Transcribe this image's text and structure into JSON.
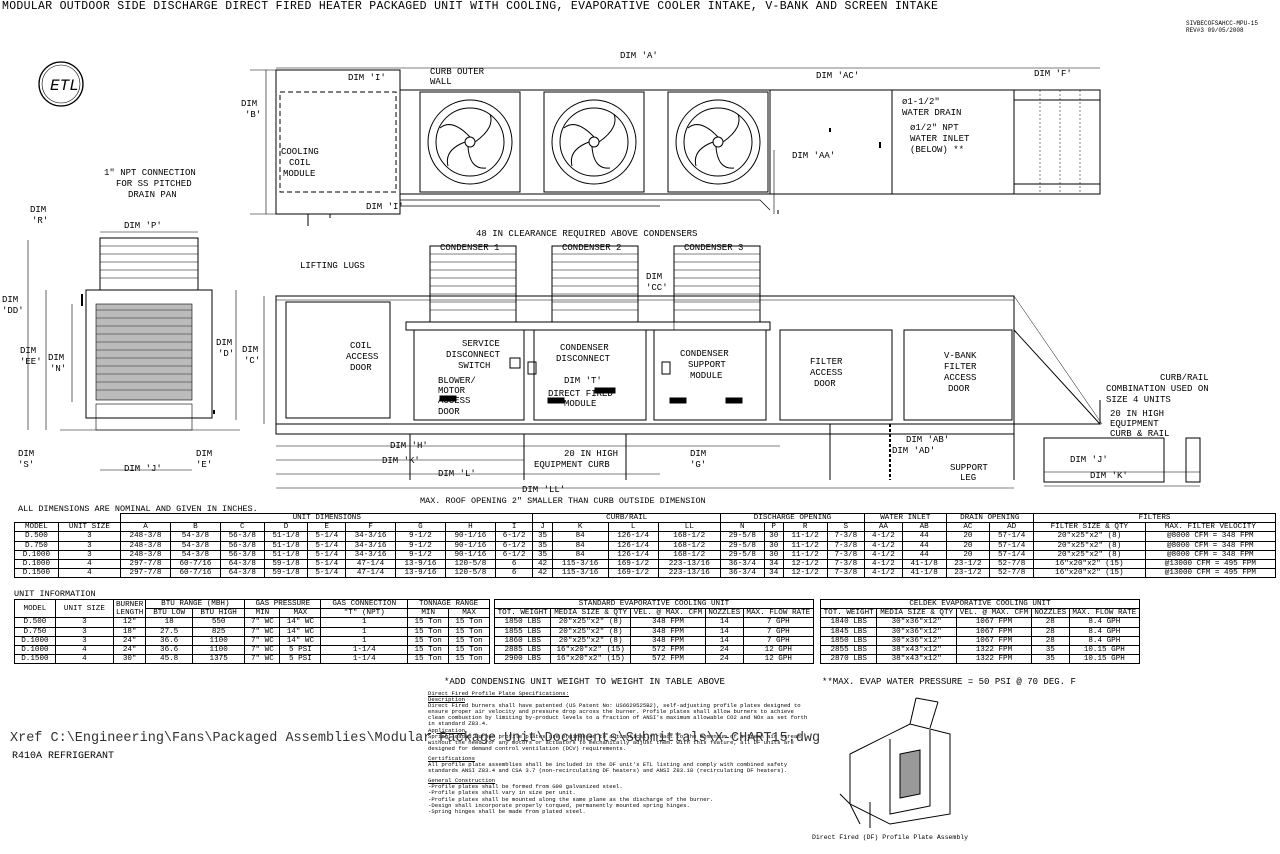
{
  "title": "MODULAR OUTDOOR SIDE DISCHARGE DIRECT FIRED HEATER PACKAGED UNIT WITH COOLING, EVAPORATIVE COOLER INTAKE, V-BANK AND SCREEN INTAKE",
  "revision": [
    "SIVBECOFSAHCC-MPU-15",
    "REV#3   09/05/2008"
  ],
  "logo_text": "ETL",
  "plan_labels": {
    "dim_a": "DIM 'A'",
    "dim_ac": "DIM 'AC'",
    "dim_f": "DIM 'F'",
    "dim_b": "DIM\n'B'",
    "dim_i_top": "DIM 'I'",
    "dim_i_bot": "DIM 'I'",
    "dim_aa": "DIM 'AA'",
    "curb_outer": "CURB OUTER\nWALL",
    "cooling_coil": "COOLING\nCOIL\nMODULE",
    "npt_conn": "1\" NPT CONNECTION\nFOR SS PITCHED\nDRAIN PAN",
    "water_drain": "ø1-1/2\"\nWATER DRAIN",
    "water_inlet": "ø1/2\" NPT\nWATER INLET\n(BELOW) **"
  },
  "side_labels": {
    "clearance": "48 IN CLEARANCE REQUIRED ABOVE CONDENSERS",
    "condensers": [
      "CONDENSER 1",
      "CONDENSER 2",
      "CONDENSER 3"
    ],
    "lifting_lugs": "LIFTING LUGS",
    "dim_cc": "DIM\n'CC'",
    "dim_c": "DIM\n'C'",
    "coil_access": "COIL\nACCESS\nDOOR",
    "service_disc": "SERVICE\nDISCONNECT\nSWITCH",
    "blower": "BLOWER/\nMOTOR\nACCESS\nDOOR",
    "cond_disc": "CONDENSER\nDISCONNECT",
    "dim_t": "DIM 'T'",
    "df_module": "DIRECT FIRED\nMODULE",
    "cond_support": "CONDENSER\nSUPPORT\nMODULE",
    "filter_access": "FILTER\nACCESS\nDOOR",
    "vbank": "V-BANK\nFILTER\nACCESS\nDOOR",
    "curb_rail_combo": "CURB/RAIL\nCOMBINATION USED ON\nSIZE 4 UNITS",
    "eq_curb": "20 IN HIGH\nEQUIPMENT\nCURB & RAIL",
    "support_leg": "SUPPORT\nLEG",
    "dim_h": "DIM 'H'",
    "dim_k": "DIM 'K'",
    "dim_l": "DIM 'L'",
    "dim_g": "DIM\n'G'",
    "dim_ll": "DIM 'LL'",
    "dim_ab": "DIM 'AB'",
    "dim_ad": "DIM 'AD'",
    "dim_j2": "DIM 'J'",
    "dim_k2": "DIM 'K'",
    "curb20": "20 IN HIGH\nEQUIPMENT CURB",
    "max_roof": "MAX. ROOF OPENING 2\" SMALLER THAN CURB OUTSIDE DIMENSION"
  },
  "end_labels": {
    "dim_r": "DIM\n'R'",
    "dim_p": "DIM 'P'",
    "dim_dd": "DIM\n'DD'",
    "dim_ee": "DIM\n'EE'",
    "dim_n": "DIM\n'N'",
    "dim_d": "DIM\n'D'",
    "dim_s": "DIM\n'S'",
    "dim_j": "DIM 'J'",
    "dim_e": "DIM\n'E'"
  },
  "dims_note": "ALL DIMENSIONS ARE NOMINAL AND GIVEN IN INCHES.",
  "dim_table": {
    "groups": [
      "UNIT DIMENSIONS",
      "CURB/RAIL",
      "DISCHARGE OPENING",
      "WATER INLET",
      "DRAIN OPENING",
      "FILTERS"
    ],
    "headers": [
      "MODEL",
      "UNIT SIZE",
      "A",
      "B",
      "C",
      "D",
      "E",
      "F",
      "G",
      "H",
      "I",
      "J",
      "K",
      "L",
      "LL",
      "N",
      "P",
      "R",
      "S",
      "AA",
      "AB",
      "AC",
      "AD",
      "FILTER SIZE & QTY",
      "MAX. FILTER VELOCITY"
    ],
    "rows": [
      [
        "D.500",
        "3",
        "248-3/8",
        "54-3/8",
        "56-3/8",
        "51-1/8",
        "5-1/4",
        "34-3/16",
        "9-1/2",
        "90-1/16",
        "6-1/2",
        "35",
        "84",
        "126-1/4",
        "168-1/2",
        "29-5/8",
        "30",
        "11-1/2",
        "7-3/8",
        "4-1/2",
        "44",
        "20",
        "57-1/4",
        "20\"x25\"x2\" (8)",
        "@8000 CFM = 348 FPM"
      ],
      [
        "D.750",
        "3",
        "248-3/8",
        "54-3/8",
        "56-3/8",
        "51-1/8",
        "5-1/4",
        "34-3/16",
        "9-1/2",
        "90-1/16",
        "6-1/2",
        "35",
        "84",
        "126-1/4",
        "168-1/2",
        "29-5/8",
        "30",
        "11-1/2",
        "7-3/8",
        "4-1/2",
        "44",
        "20",
        "57-1/4",
        "20\"x25\"x2\" (8)",
        "@8000 CFM = 348 FPM"
      ],
      [
        "D.1000",
        "3",
        "248-3/8",
        "54-3/8",
        "56-3/8",
        "51-1/8",
        "5-1/4",
        "34-3/16",
        "9-1/2",
        "90-1/16",
        "6-1/2",
        "35",
        "84",
        "126-1/4",
        "168-1/2",
        "29-5/8",
        "30",
        "11-1/2",
        "7-3/8",
        "4-1/2",
        "44",
        "20",
        "57-1/4",
        "20\"x25\"x2\" (8)",
        "@8000 CFM = 348 FPM"
      ],
      [
        "D.1000",
        "4",
        "297-7/8",
        "60-7/16",
        "64-3/8",
        "59-1/8",
        "5-1/4",
        "47-1/4",
        "13-9/16",
        "120-5/8",
        "6",
        "42",
        "115-3/16",
        "169-1/2",
        "223-13/16",
        "36-3/4",
        "34",
        "12-1/2",
        "7-3/8",
        "4-1/2",
        "41-1/8",
        "23-1/2",
        "52-7/8",
        "16\"x20\"x2\" (15)",
        "@13000 CFM = 495 FPM"
      ],
      [
        "D.1500",
        "4",
        "297-7/8",
        "60-7/16",
        "64-3/8",
        "59-1/8",
        "5-1/4",
        "47-1/4",
        "13-9/16",
        "120-5/8",
        "6",
        "42",
        "115-3/16",
        "169-1/2",
        "223-13/16",
        "36-3/4",
        "34",
        "12-1/2",
        "7-3/8",
        "4-1/2",
        "41-1/8",
        "23-1/2",
        "52-7/8",
        "16\"x20\"x2\" (15)",
        "@13000 CFM = 495 FPM"
      ]
    ]
  },
  "unit_info": {
    "title": "UNIT INFORMATION",
    "group_headers": [
      "BURNER LENGTH",
      "BTU RANGE (MBH)",
      "GAS PRESSURE",
      "GAS CONNECTION",
      "TONNAGE RANGE"
    ],
    "headers": [
      "MODEL",
      "UNIT SIZE",
      "",
      "BTU LOW",
      "BTU HIGH",
      "MIN",
      "MAX",
      "\"T\" (NPT)",
      "MIN",
      "MAX"
    ],
    "rows": [
      [
        "D.500",
        "3",
        "12\"",
        "18",
        "550",
        "7\" WC",
        "14\" WC",
        "1",
        "15 Ton",
        "15 Ton"
      ],
      [
        "D.750",
        "3",
        "18\"",
        "27.5",
        "825",
        "7\" WC",
        "14\" WC",
        "1",
        "15 Ton",
        "15 Ton"
      ],
      [
        "D.1000",
        "3",
        "24\"",
        "36.6",
        "1100",
        "7\" WC",
        "14\" WC",
        "1",
        "15 Ton",
        "15 Ton"
      ],
      [
        "D.1000",
        "4",
        "24\"",
        "36.6",
        "1100",
        "7\" WC",
        "5 PSI",
        "1-1/4",
        "15 Ton",
        "15 Ton"
      ],
      [
        "D.1500",
        "4",
        "30\"",
        "45.8",
        "1375",
        "7\" WC",
        "5 PSI",
        "1-1/4",
        "15 Ton",
        "15 Ton"
      ]
    ]
  },
  "std_evap": {
    "title": "STANDARD EVAPORATIVE COOLING UNIT",
    "headers": [
      "TOT. WEIGHT",
      "MEDIA SIZE & QTY",
      "VEL. @ MAX. CFM",
      "NOZZLES",
      "MAX. FLOW RATE"
    ],
    "rows": [
      [
        "1850 LBS",
        "20\"x25\"x2\" (8)",
        "348 FPM",
        "14",
        "7 GPH"
      ],
      [
        "1855 LBS",
        "20\"x25\"x2\" (8)",
        "348 FPM",
        "14",
        "7 GPH"
      ],
      [
        "1860 LBS",
        "20\"x25\"x2\" (8)",
        "348 FPM",
        "14",
        "7 GPH"
      ],
      [
        "2885 LBS",
        "16\"x20\"x2\" (15)",
        "572 FPM",
        "24",
        "12 GPH"
      ],
      [
        "2900 LBS",
        "16\"x20\"x2\" (15)",
        "572 FPM",
        "24",
        "12 GPH"
      ]
    ]
  },
  "celdek": {
    "title": "CELDEK EVAPORATIVE COOLING UNIT",
    "headers": [
      "TOT. WEIGHT",
      "MEDIA SIZE & QTY",
      "VEL. @ MAX. CFM",
      "NOZZLES",
      "MAX. FLOW RATE"
    ],
    "rows": [
      [
        "1840 LBS",
        "30\"x36\"x12\"",
        "1067 FPM",
        "28",
        "8.4 GPH"
      ],
      [
        "1845 LBS",
        "30\"x36\"x12\"",
        "1067 FPM",
        "28",
        "8.4 GPH"
      ],
      [
        "1850 LBS",
        "30\"x36\"x12\"",
        "1067 FPM",
        "28",
        "8.4 GPH"
      ],
      [
        "2855 LBS",
        "38\"x43\"x12\"",
        "1322 FPM",
        "35",
        "10.15 GPH"
      ],
      [
        "2870 LBS",
        "38\"x43\"x12\"",
        "1322 FPM",
        "35",
        "10.15 GPH"
      ]
    ]
  },
  "add_note": "*ADD CONDENSING UNIT WEIGHT TO WEIGHT IN TABLE ABOVE",
  "max_evap_note": "**MAX. EVAP WATER PRESSURE = 50 PSI @ 70 DEG. F",
  "xref": "Xref C:\\Engineering\\Fans\\Packaged Assemblies\\Modular Package Unit\\Documents\\Submittals\\X-CHART15.dwg",
  "refrigerant": "R410A REFRIGERANT",
  "spec": {
    "heading": "Direct Fired Profile Plate Specifications:",
    "desc_head": "Description",
    "desc": "Direct Fired burners shall have patented (US Patent No: US6629525B2), self-adjusting profile plates designed to ensure proper air velocity and pressure drop across the burner. Profile plates shall allow burners to achieve clean combustion by limiting by-product levels to a fraction of ANSI's maximum allowable CO2 and NOx as set forth in standard Z83.4.",
    "app_head": "Application",
    "app": "Spring-loaded burner profile plates are engineered to automatically react to the momentum of a fresh air stream, without the need for any motors or actuators to mechanically adjust them. With this feature, all DF units are designed for demand control ventilation (DCV) requirements.",
    "cert_head": "Certifications",
    "cert": "All profile plate assemblies shall be included in the DF unit's ETL listing and comply with combined safety standards ANSI Z83.4 and CSA 3.7 (non-recirculating DF heaters) and ANSI Z83.18 (recirculating DF heaters).",
    "gen_head": "General Construction",
    "gen": [
      "-Profile plates shall be formed from G90 galvanized steel.",
      "-Profile plates shall vary in size per unit.",
      "-Profile plates shall be mounted along the same plane as the discharge of the burner.",
      "-Design shall incorporate properly torqued, permanently mounted spring hinges.",
      "-Spring hinges shall be made from plated steel."
    ],
    "caption": "Direct Fired (DF) Profile Plate Assembly"
  }
}
